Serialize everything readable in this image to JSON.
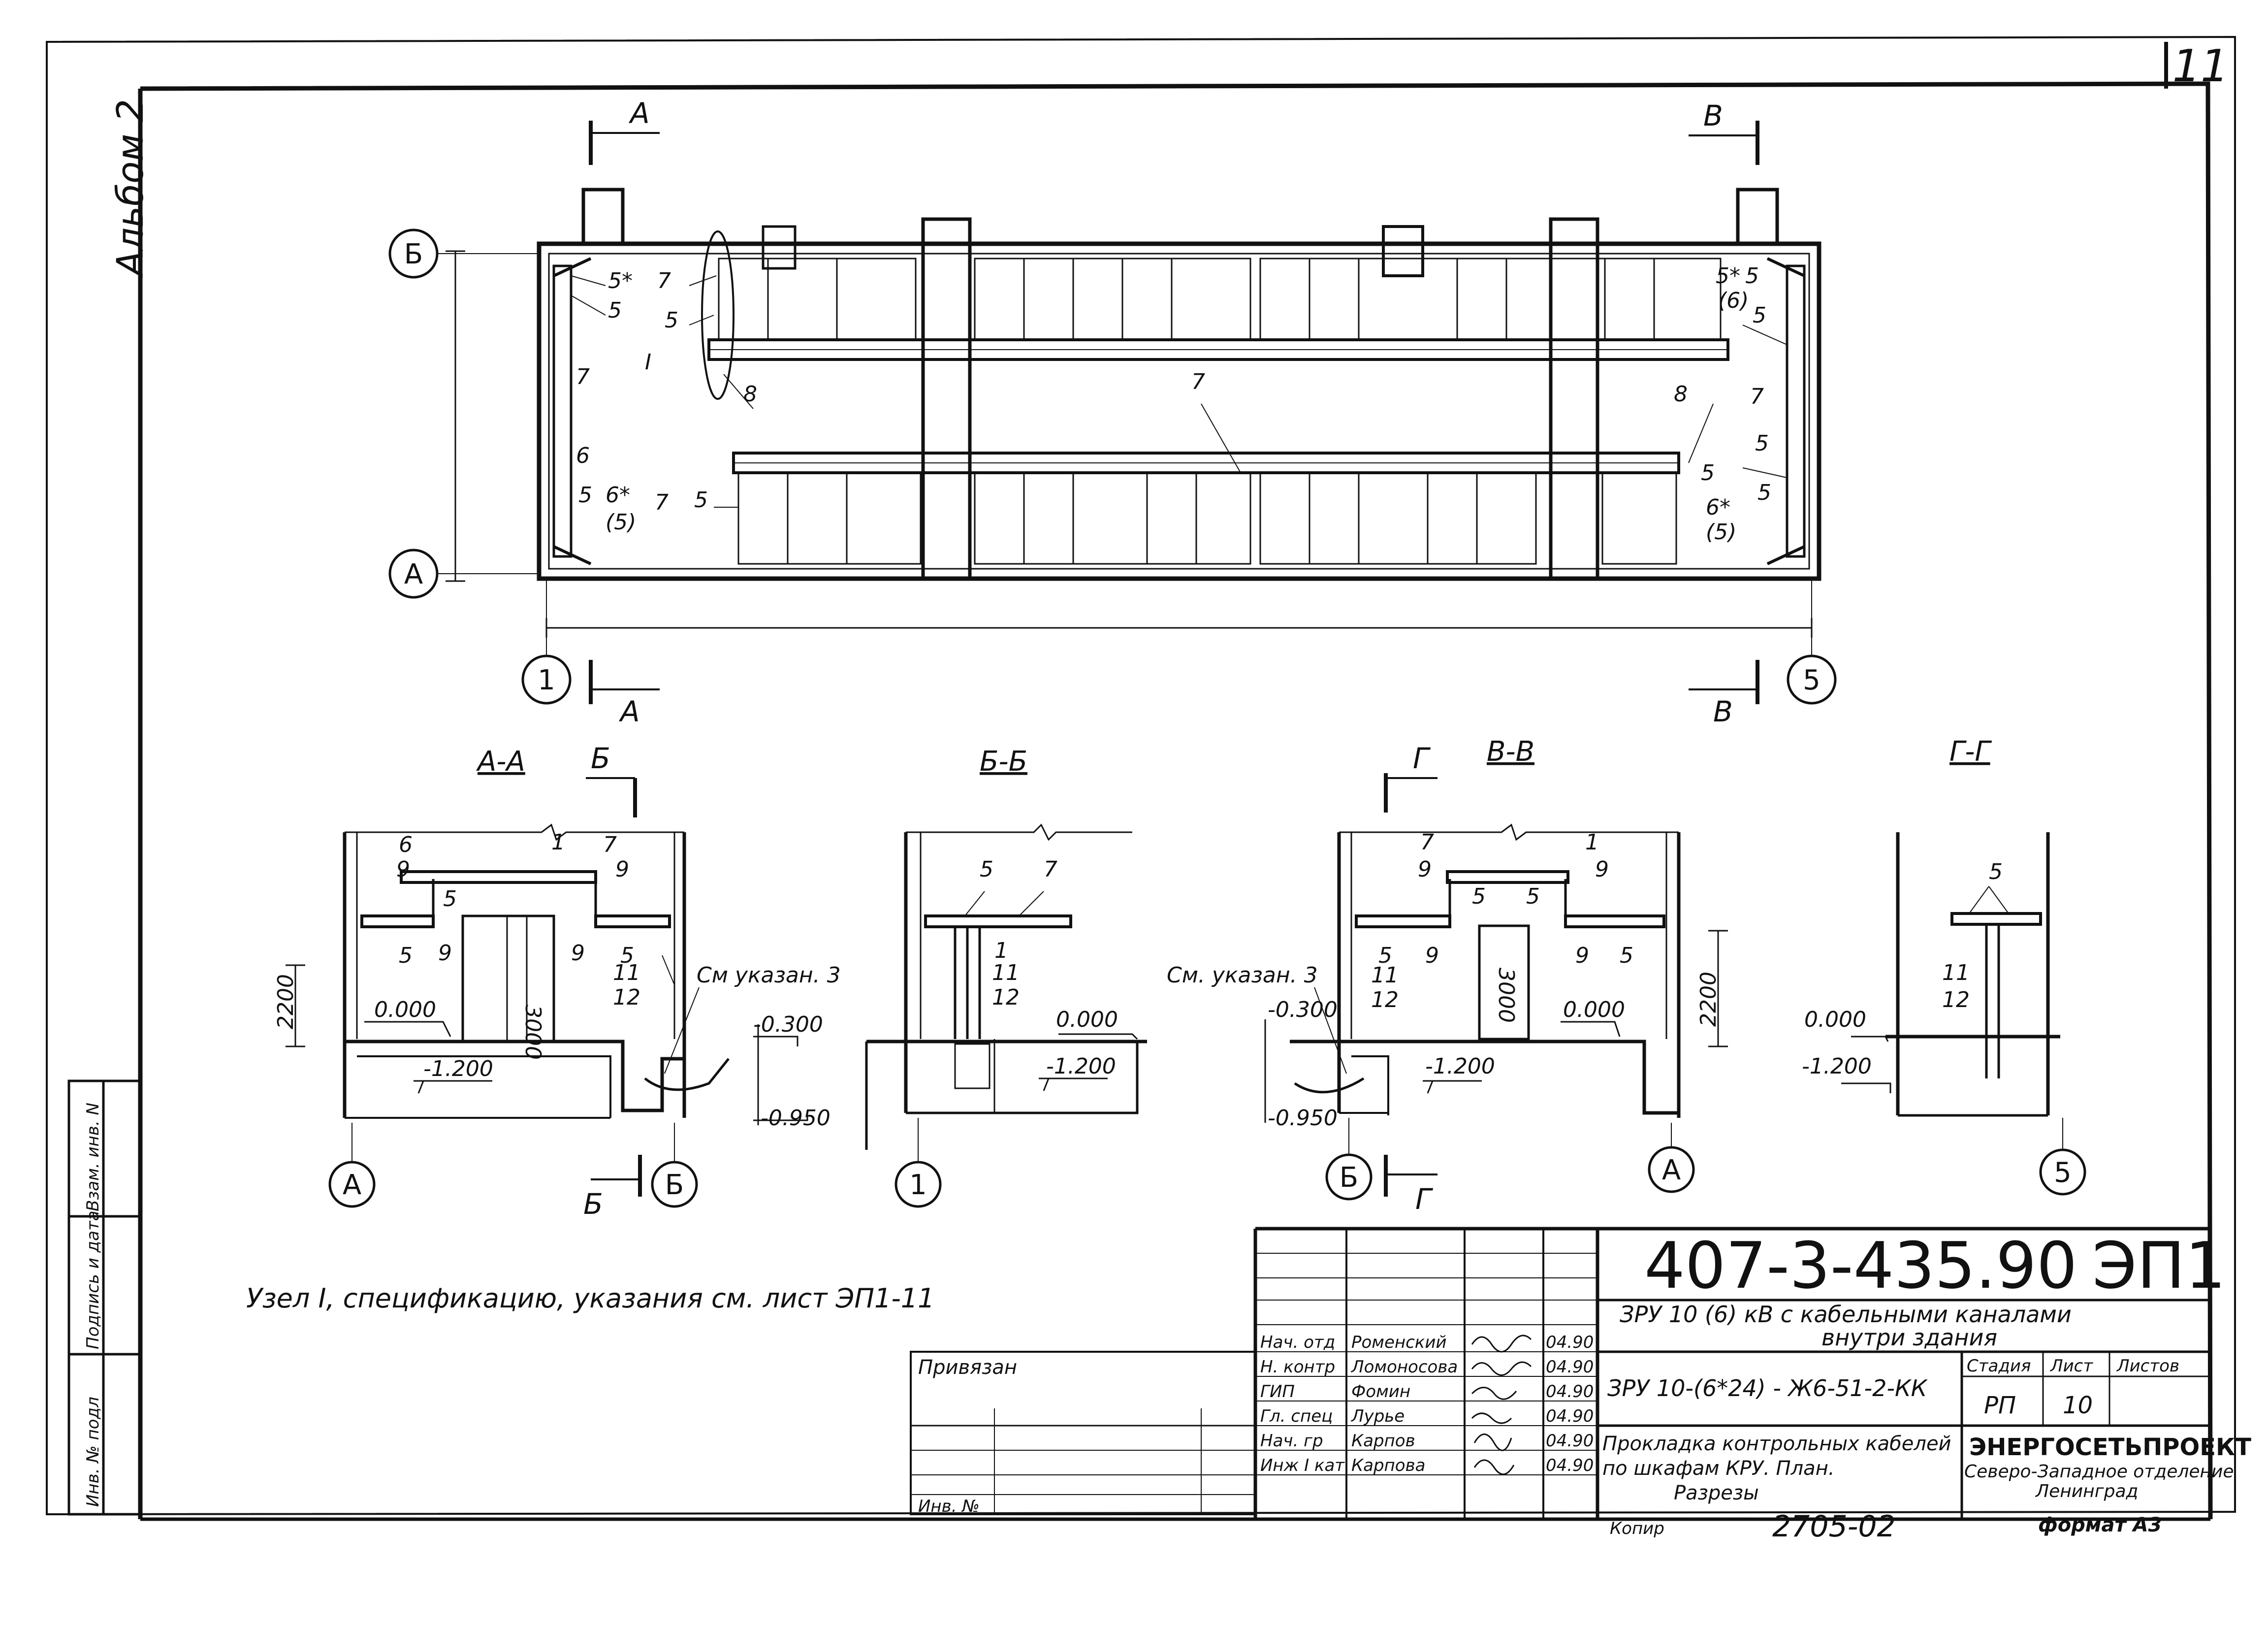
{
  "sheet": {
    "number": "11",
    "album": "Альбом 2",
    "format": "формат A3",
    "copy_label": "Копир",
    "copy_number": "2705-02"
  },
  "side_stamp": {
    "cells": [
      "Инв. № подл",
      "Подпись и дата",
      "Взам. инв. N"
    ]
  },
  "plan": {
    "cut_marks": {
      "a_top": "A",
      "v_top": "В",
      "a_bottom": "A",
      "v_bottom": "В"
    },
    "axes": {
      "b": "Б",
      "a": "A",
      "one": "1",
      "five": "5"
    },
    "callouts": [
      "5*",
      "5",
      "7",
      "5",
      "I",
      "8",
      "7",
      "6",
      "5",
      "6*",
      "(5)",
      "7",
      "5",
      "7",
      "5*",
      "(6)",
      "5",
      "5",
      "8",
      "7",
      "5",
      "5",
      "6*",
      "(5)",
      "5"
    ]
  },
  "sections": {
    "aa": {
      "title": "A-A",
      "cut_top": "Б",
      "cut_bottom": "Б",
      "labels": [
        "6",
        "9",
        "1",
        "7",
        "9",
        "5",
        "9",
        "5",
        "9",
        "5",
        "11",
        "12"
      ],
      "height": "3000",
      "dim_2200": "2200",
      "level_0": "0.000",
      "level_neg_1200": "-1.200",
      "level_neg_300": "-0.300",
      "level_neg_950": "-0.950",
      "note": "См указан. 3",
      "axis_left": "A",
      "axis_right": "Б"
    },
    "bb": {
      "title": "Б-Б",
      "labels": [
        "5",
        "7",
        "1",
        "11",
        "12"
      ],
      "level_0": "0.000",
      "level_neg_1200": "-1.200",
      "axis": "1"
    },
    "vv": {
      "title": "В-В",
      "cut": "Г",
      "cut_bottom": "Г",
      "labels": [
        "7",
        "9",
        "5",
        "1",
        "9",
        "5",
        "5",
        "9",
        "11",
        "12",
        "9",
        "5"
      ],
      "height": "3000",
      "dim_2200": "2200",
      "level_0": "0.000",
      "level_neg_300": "-0.300",
      "level_neg_950": "-0.950",
      "level_neg_1200": "-1.200",
      "note": "См. указан. 3",
      "axis_left": "Б",
      "axis_right": "A"
    },
    "gg": {
      "title": "Г-Г",
      "labels": [
        "5",
        "11",
        "12"
      ],
      "level_0": "0.000",
      "level_neg_1200": "-1.200",
      "axis": "5"
    }
  },
  "note": "Узел I, спецификацию, указания см. лист ЭП1-11",
  "title_block": {
    "doc_code": "407-3-435.90",
    "doc_sheet_code": "ЭП1",
    "project_title_1": "ЗРУ 10 (6) кВ с кабельными каналами",
    "project_title_2": "внутри здания",
    "variant": "ЗРУ 10-(6*24) - Ж6-51-2-КК",
    "sheet_title_1": "Прокладка контрольных кабелей",
    "sheet_title_2": "по шкафам КРУ. План.",
    "sheet_title_3": "Разрезы",
    "stage_label": "Стадия",
    "sheet_label": "Лист",
    "sheets_label": "Листов",
    "stage": "РП",
    "sheet": "10",
    "org_1": "ЭНЕРГОСЕТЬПРОЕКТ",
    "org_2": "Северо-Западное отделение",
    "org_3": "Ленинград",
    "bound_label": "Привязан",
    "inv_label": "Инв. №",
    "people": [
      {
        "role": "Нач. отд",
        "name": "Роменский",
        "date": "04.90"
      },
      {
        "role": "Н. контр",
        "name": "Ломоносова",
        "date": "04.90"
      },
      {
        "role": "ГИП",
        "name": "Фомин",
        "date": "04.90"
      },
      {
        "role": "Гл. спец",
        "name": "Лурье",
        "date": "04.90"
      },
      {
        "role": "Нач. гр",
        "name": "Карпов",
        "date": "04.90"
      },
      {
        "role": "Инж I кат",
        "name": "Карпова",
        "date": "04.90"
      }
    ]
  }
}
